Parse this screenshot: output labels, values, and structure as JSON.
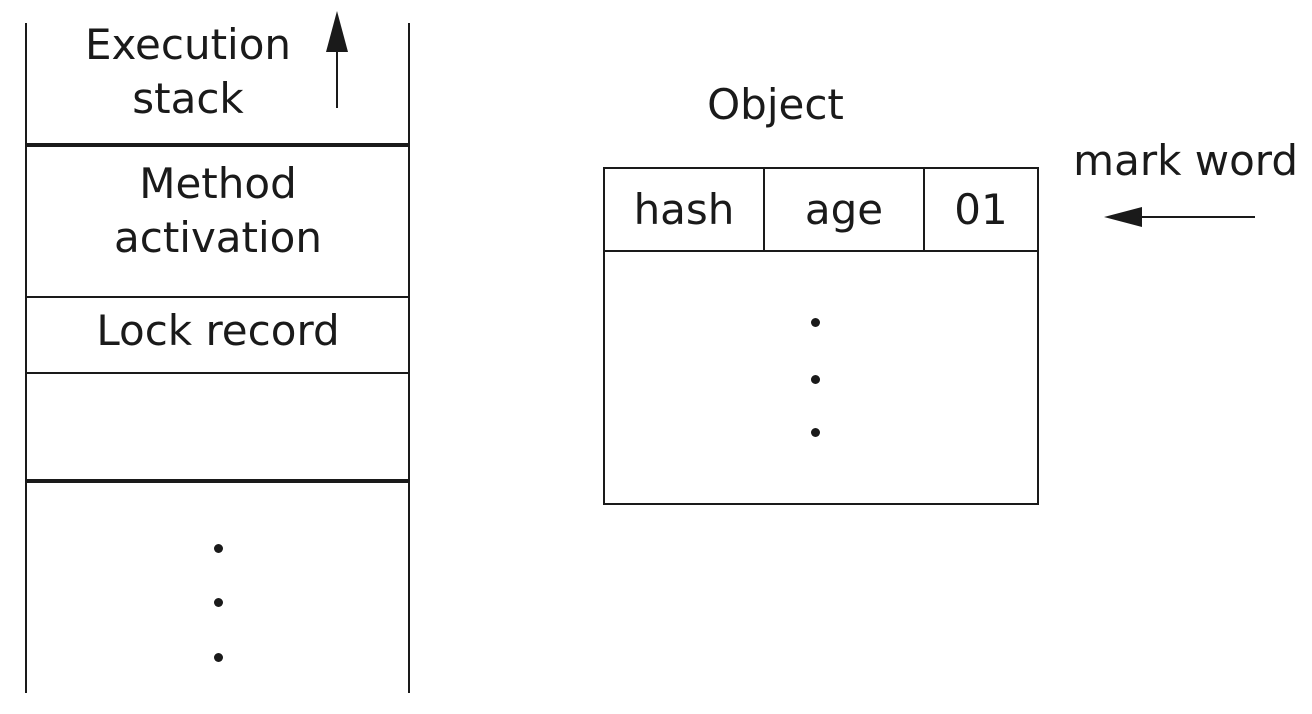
{
  "colors": {
    "ink": "#1a1a1a",
    "background": "#ffffff"
  },
  "stack": {
    "title": "Execution stack",
    "growth_arrow_icon": "up-arrow",
    "frames": [
      {
        "label": "Method activation"
      },
      {
        "label": "Lock record"
      },
      {
        "label": ""
      },
      {
        "label": "",
        "ellipsis_dots": 3
      }
    ]
  },
  "object": {
    "title": "Object",
    "mark_word_fields": [
      {
        "label": "hash"
      },
      {
        "label": "age"
      },
      {
        "label": "01"
      }
    ],
    "body_ellipsis_dots": 3
  },
  "annotation": {
    "mark_word": "mark word",
    "pointer_arrow_icon": "left-arrow"
  }
}
